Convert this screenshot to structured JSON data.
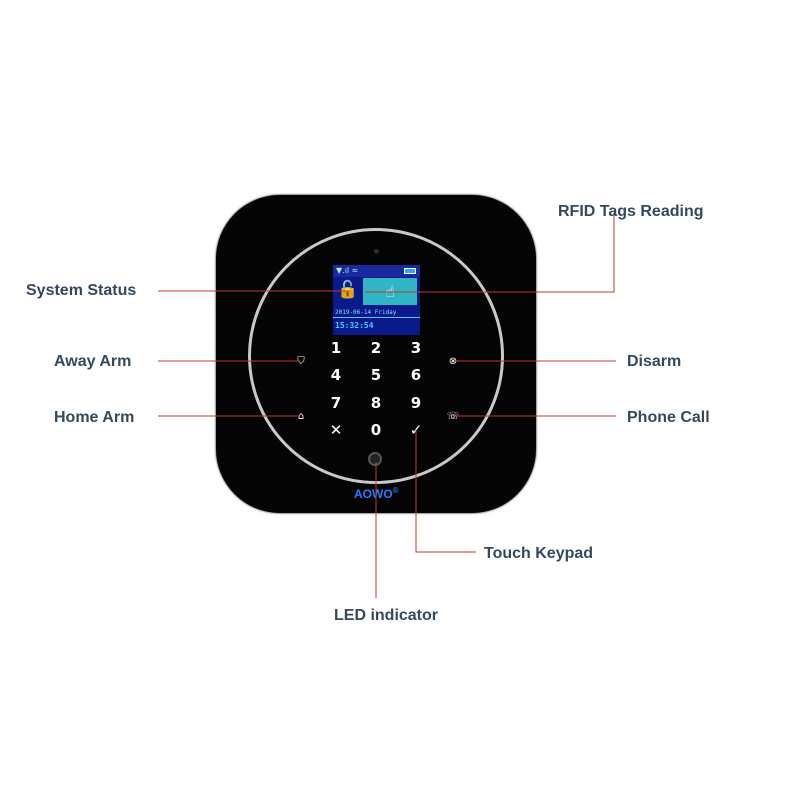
{
  "device": {
    "brand": "AOWO",
    "brand_mark": "®",
    "screen": {
      "signal_glyphs": "▼.ıl ≈",
      "lock_glyph": "🔓",
      "rfid_glyph": "☝",
      "date_line": "2019-06-14 Friday",
      "time": "15:32:54"
    },
    "keypad": [
      "1",
      "2",
      "3",
      "4",
      "5",
      "6",
      "7",
      "8",
      "9",
      "✕",
      "0",
      "✓"
    ],
    "side_icons": {
      "away_arm": "⛉",
      "home_arm": "⌂",
      "disarm": "⊗",
      "phone_call": "☏"
    }
  },
  "labels": {
    "rfid": "RFID Tags Reading",
    "system_status": "System Status",
    "away_arm": "Away Arm",
    "disarm": "Disarm",
    "home_arm": "Home Arm",
    "phone_call": "Phone Call",
    "touch_keypad": "Touch Keypad",
    "led": "LED indicator"
  },
  "colors": {
    "leader_line": "#c0392b",
    "label_text": "#34495e",
    "device_body": "#050505",
    "screen_bg": "#0a1a8c",
    "rfid_panel": "#2fb5c4",
    "brand": "#2a78ff"
  }
}
